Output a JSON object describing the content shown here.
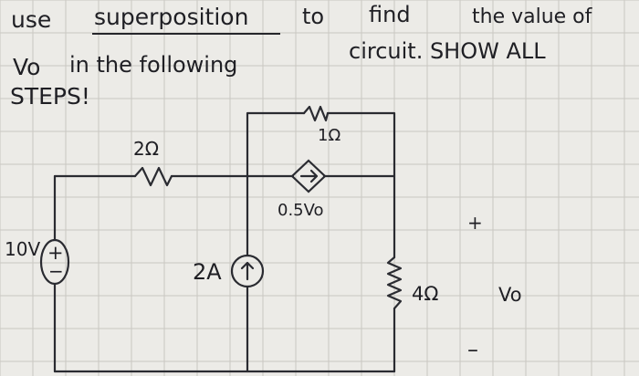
{
  "problem": {
    "line1_word1": "use",
    "line1_word2": "superposition",
    "line1_word3": "to",
    "line1_word4": "find",
    "line1_word5": "the value of",
    "line2_word1": "Vo",
    "line2_word2": "in the following",
    "line2_word3": "circuit. SHOW ALL",
    "line3": "STEPS!"
  },
  "circuit": {
    "source_voltage_label": "10V",
    "source_plus": "+",
    "source_minus": "−",
    "resistor_2_label": "2Ω",
    "resistor_1_label": "1Ω",
    "dependent_source_label": "0.5Vo",
    "current_source_label": "2A",
    "resistor_4_label": "4Ω",
    "output_plus": "+",
    "output_minus": "–",
    "output_label": "Vo"
  }
}
